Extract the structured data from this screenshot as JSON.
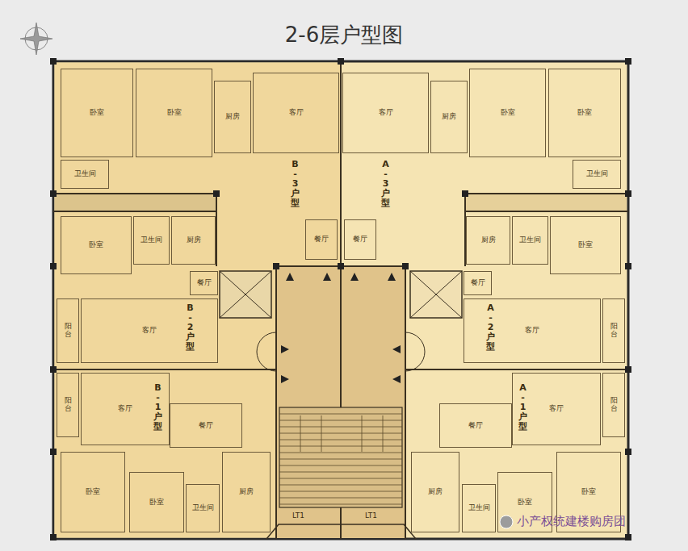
{
  "diagram": {
    "title": "2-6层户型图",
    "nodes": [
      {
        "text": [
          "卧室"
        ]
      },
      {
        "text": [
          "卧室"
        ]
      },
      {
        "text": [
          "厨房"
        ]
      },
      {
        "text": [
          "客厅"
        ]
      },
      {
        "text": [
          "卫生间"
        ]
      },
      {
        "text": [
          "餐厅"
        ]
      },
      {
        "text": [
          "卧室"
        ]
      },
      {
        "text": [
          "卧室"
        ]
      },
      {
        "text": [
          "厨房"
        ]
      },
      {
        "text": [
          "客厅"
        ]
      },
      {
        "text": [
          "卫生间"
        ]
      },
      {
        "text": [
          "餐厅"
        ]
      },
      {
        "text": [
          "卧室"
        ]
      },
      {
        "text": [
          "卫生间"
        ]
      },
      {
        "text": [
          "厨房"
        ]
      },
      {
        "text": [
          "餐厅"
        ]
      },
      {
        "text": [
          "客厅"
        ]
      },
      {
        "text": [
          "阳台"
        ]
      },
      {
        "text": [
          "卧室"
        ]
      },
      {
        "text": [
          "卫生间"
        ]
      },
      {
        "text": [
          "厨房"
        ]
      },
      {
        "text": [
          "餐厅"
        ]
      },
      {
        "text": [
          "客厅"
        ]
      },
      {
        "text": [
          "阳台"
        ]
      },
      {
        "text": [
          "阳台"
        ]
      },
      {
        "text": [
          "客厅"
        ]
      },
      {
        "text": [
          "餐厅"
        ]
      },
      {
        "text": [
          "卧室"
        ]
      },
      {
        "text": [
          "卧室"
        ]
      },
      {
        "text": [
          "卫生间"
        ]
      },
      {
        "text": [
          "厨房"
        ]
      },
      {
        "text": [
          "阳台"
        ]
      },
      {
        "text": [
          "客厅"
        ]
      },
      {
        "text": [
          "餐厅"
        ]
      },
      {
        "text": [
          "卧室"
        ]
      },
      {
        "text": [
          "卧室"
        ]
      },
      {
        "text": [
          "卫生间"
        ]
      },
      {
        "text": [
          "厨房"
        ]
      }
    ],
    "labels": [
      "B-3户型",
      "A-3户型",
      "B-2户型",
      "A-2户型",
      "B-1户型",
      "A-1户型",
      "LT1",
      "LT1",
      "小产权统建楼购房团"
    ]
  }
}
